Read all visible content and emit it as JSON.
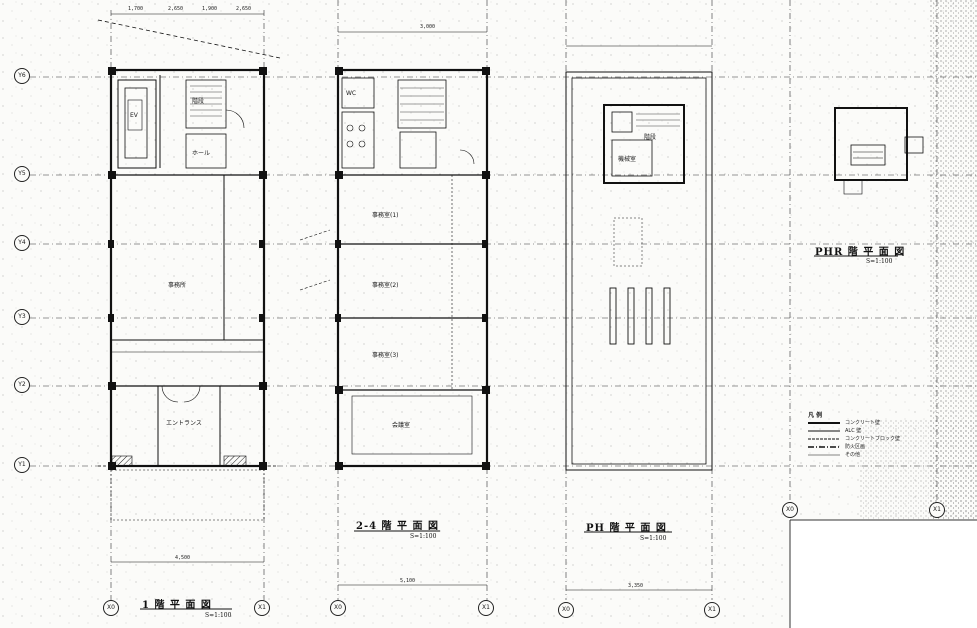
{
  "sheet": {
    "panels": [
      {
        "title": "1 階 平 面 図",
        "scale": "S=1:100"
      },
      {
        "title": "2-4 階 平 面 図",
        "scale": "S=1:100"
      },
      {
        "title": "PH 階 平 面 図",
        "scale": "S=1:100"
      },
      {
        "title": "PHR 階 平 面 図",
        "scale": "S=1:100"
      }
    ],
    "grid_rows": [
      "Y6",
      "Y5",
      "Y4",
      "Y3",
      "Y2",
      "Y1"
    ],
    "grid_cols_bottom": [
      "X0",
      "X1",
      "X0",
      "X1",
      "X0",
      "X1"
    ],
    "grid_cols_right": [
      "X0",
      "X1"
    ],
    "legend": {
      "title": "凡 例",
      "items": [
        "コンクリート壁",
        "ALC 壁",
        "コンクリートブロック壁",
        "防火区画",
        "その他"
      ]
    },
    "rooms_1f": [
      "事務所",
      "階段",
      "EV",
      "ホール",
      "エントランス"
    ],
    "rooms_typ": [
      "事務室(1)",
      "事務室(2)",
      "事務室(3)",
      "会議室",
      "WC"
    ],
    "rooms_ph": [
      "機械室",
      "階段"
    ],
    "dims": [
      "1,700",
      "2,650",
      "1,900",
      "2,650",
      "3,000",
      "4,500",
      "5,100",
      "3,350"
    ]
  }
}
